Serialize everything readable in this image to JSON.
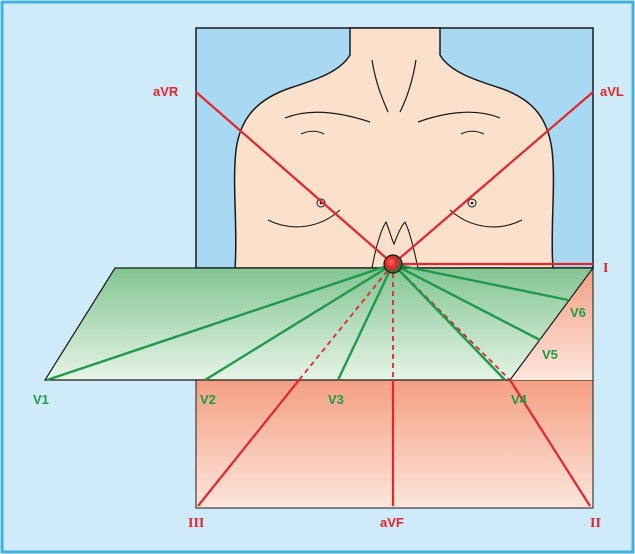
{
  "colors": {
    "background": "#cfeaf8",
    "border": "#3fb0e0",
    "torso_box": "#a9d8f2",
    "skin": "#fbe0cc",
    "lead_red": "#e3262b",
    "lead_green": "#1f9a4a",
    "plane_green": "#8fcc9c",
    "plane_salmon": "#f6a88c",
    "heart": "#e3262b"
  },
  "limb_leads": {
    "aVR": "aVR",
    "aVL": "aVL",
    "I": "I",
    "II": "II",
    "III": "III",
    "aVF": "aVF"
  },
  "chest_leads": {
    "V1": "V1",
    "V2": "V2",
    "V3": "V3",
    "V4": "V4",
    "V5": "V5",
    "V6": "V6"
  }
}
